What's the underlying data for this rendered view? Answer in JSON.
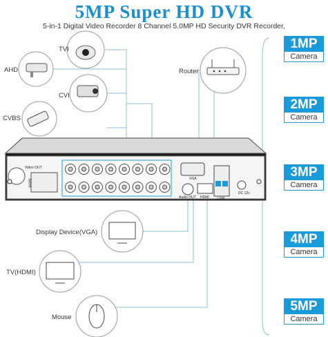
{
  "title": "5MP  Super  HD  DVR",
  "subtitle": "5-in-1 Digital Video Recorder 8 Channel 5.0MP HD Security DVR Recorder,",
  "devices": {
    "tvi": "TVI",
    "ahd": "AHD",
    "cvi": "CVI",
    "cvbs": "CVBS",
    "router": "Router",
    "display": "Display Device(VGA)",
    "tv": "TV(HDMI)",
    "mouse": "Mouse"
  },
  "dvr_labels": {
    "video_out": "Video OUT",
    "alarm": "Alarm",
    "vga": "VGA",
    "audio_out": "Audio OUT",
    "hdmi": "HDMI",
    "usb": "USB",
    "dc": "DC 12v"
  },
  "badges": [
    {
      "mp": "1MP",
      "label": "Camera"
    },
    {
      "mp": "2MP",
      "label": "Camera"
    },
    {
      "mp": "3MP",
      "label": "Camera"
    },
    {
      "mp": "4MP",
      "label": "Camera"
    },
    {
      "mp": "5MP",
      "label": "Camera"
    }
  ],
  "colors": {
    "accent": "#1a9ad8",
    "title": "#1a8fd0",
    "line": "#8bbfd6"
  }
}
